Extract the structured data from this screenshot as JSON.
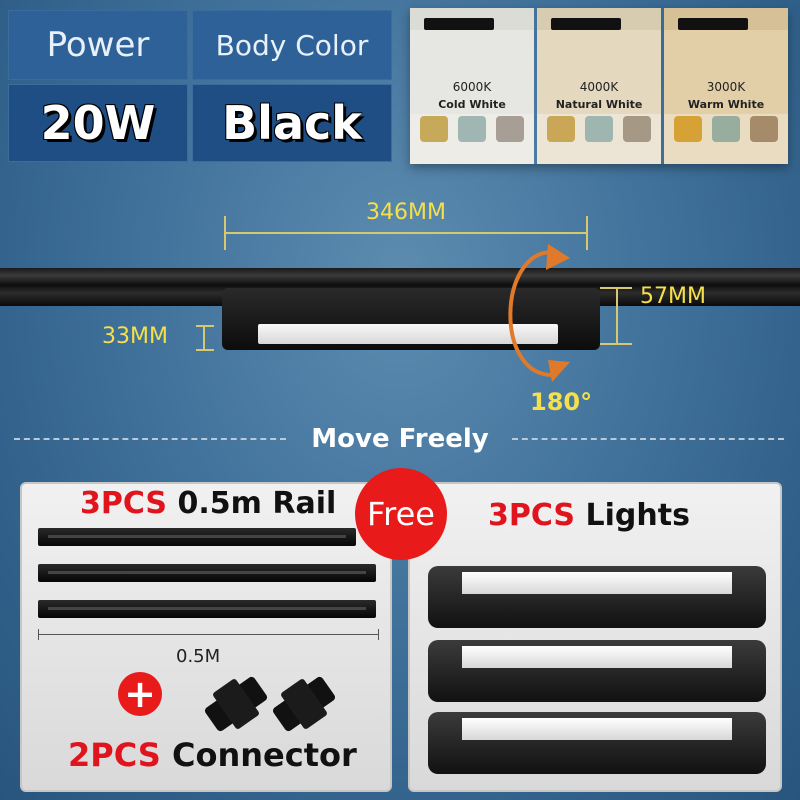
{
  "spec_table": {
    "power_label": "Power",
    "color_label": "Body Color",
    "power_value": "20W",
    "color_value": "Black"
  },
  "color_temps": [
    {
      "kelvin": "6000K",
      "name": "Cold White",
      "tint": "#e6e6e2"
    },
    {
      "kelvin": "4000K",
      "name": "Natural White",
      "tint": "#e4d8bf"
    },
    {
      "kelvin": "3000K",
      "name": "Warm White",
      "tint": "#e2cfa7"
    }
  ],
  "dimensions": {
    "length": "346MM",
    "height_left": "33MM",
    "height_right": "57MM",
    "rotation": "180°"
  },
  "move_label": "Move Freely",
  "free_badge": "Free",
  "rail_pack": {
    "count": "3PCS",
    "item": "0.5m Rail",
    "length_label": "0.5M"
  },
  "connector_pack": {
    "count": "2PCS",
    "item": "Connector",
    "plus": "+"
  },
  "lights_pack": {
    "count": "3PCS",
    "item": "Lights"
  },
  "colors": {
    "accent_red": "#e0141c",
    "dimension_yellow": "#f5e04a",
    "rotation_orange": "#e07a2a"
  }
}
